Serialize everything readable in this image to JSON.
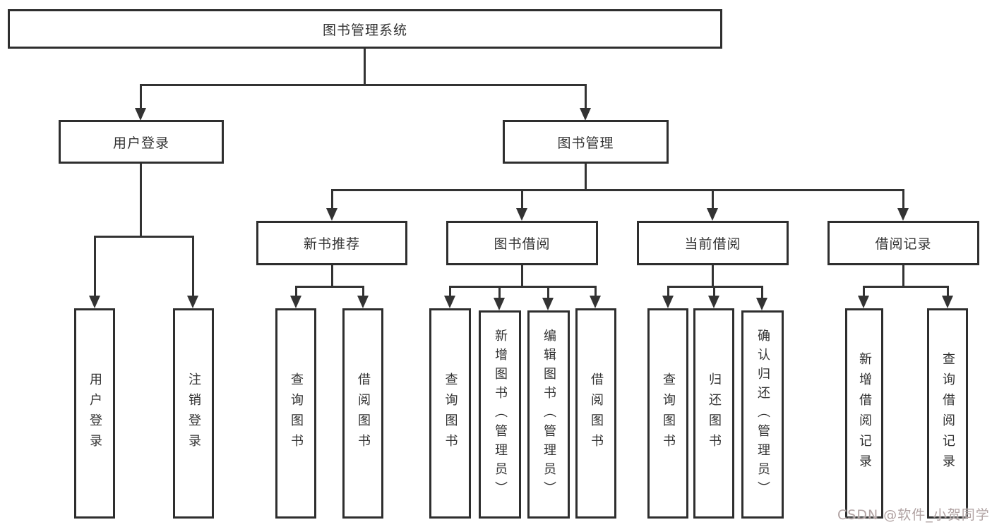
{
  "tree": {
    "root": {
      "label": "图书管理系统",
      "children": [
        {
          "label": "用户登录",
          "children": [
            {
              "label": "用户登录"
            },
            {
              "label": "注销登录"
            }
          ]
        },
        {
          "label": "图书管理",
          "children": [
            {
              "label": "新书推荐",
              "children": [
                {
                  "label": "查询图书"
                },
                {
                  "label": "借阅图书"
                }
              ]
            },
            {
              "label": "图书借阅",
              "children": [
                {
                  "label": "查询图书"
                },
                {
                  "label": "新增图书（管理员）"
                },
                {
                  "label": "编辑图书（管理员）"
                },
                {
                  "label": "借阅图书"
                }
              ]
            },
            {
              "label": "当前借阅",
              "children": [
                {
                  "label": "查询图书"
                },
                {
                  "label": "归还图书"
                },
                {
                  "label": "确认归还（管理员）"
                }
              ]
            },
            {
              "label": "借阅记录",
              "children": [
                {
                  "label": "新增借阅记录"
                },
                {
                  "label": "查询借阅记录"
                }
              ]
            }
          ]
        }
      ]
    }
  },
  "watermark": {
    "text": "CSDN @软件_小贺同学"
  },
  "colors": {
    "line": "#333333",
    "box_border": "#2e2e2e",
    "text": "#333333",
    "background": "#ffffff",
    "watermark": "#b1a3a3"
  }
}
